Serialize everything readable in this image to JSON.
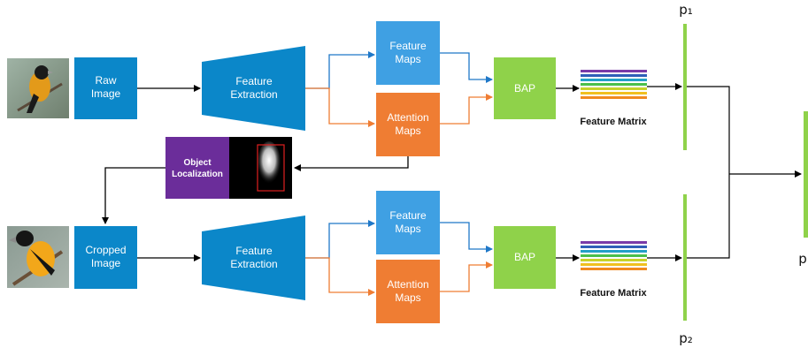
{
  "colors": {
    "blue": "#0b87c9",
    "feature_blue": "#3fa0e3",
    "orange": "#ef7d33",
    "green": "#8fd24a",
    "purple": "#6b2d9a",
    "arrow_dark": "#000000",
    "arrow_blue": "#1f78c8",
    "arrow_orange": "#ef7d33",
    "matrix_stripes": [
      "#7a3aa8",
      "#2f5fb8",
      "#24a0c8",
      "#4bbf4b",
      "#c8d22a",
      "#f0c020",
      "#f08a20"
    ]
  },
  "top_branch": {
    "input_label_line1": "Raw",
    "input_label_line2": "Image",
    "feature_extraction_line1": "Feature",
    "feature_extraction_line2": "Extraction",
    "feature_maps_line1": "Feature",
    "feature_maps_line2": "Maps",
    "attention_maps_line1": "Attention",
    "attention_maps_line2": "Maps",
    "bap": "BAP",
    "feature_matrix": "Feature Matrix",
    "p_label": "p₁"
  },
  "localization": {
    "label_line1": "Object",
    "label_line2": "Localization"
  },
  "bottom_branch": {
    "input_label_line1": "Cropped",
    "input_label_line2": "Image",
    "feature_extraction_line1": "Feature",
    "feature_extraction_line2": "Extraction",
    "feature_maps_line1": "Feature",
    "feature_maps_line2": "Maps",
    "attention_maps_line1": "Attention",
    "attention_maps_line2": "Maps",
    "bap": "BAP",
    "feature_matrix": "Feature Matrix",
    "p_label": "p₂"
  },
  "output": {
    "p_label": "p"
  }
}
